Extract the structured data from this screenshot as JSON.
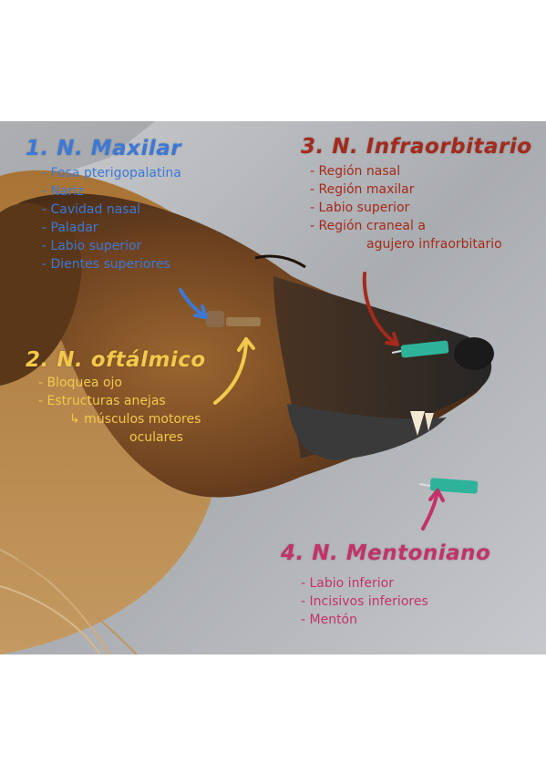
{
  "labels": {
    "maxilar": {
      "title": "1. N. Maxilar",
      "items": [
        "- Fosa pterigopalatina",
        "- Nariz",
        "- Cavidad nasal",
        "- Paladar",
        "- Labio superior",
        "- Dientes superiores"
      ]
    },
    "oftalmico": {
      "title": "2. N. oftálmico",
      "items": [
        "- Bloquea ojo",
        "- Estructuras anejas",
        "↳ músculos motores",
        "oculares"
      ]
    },
    "infraorbitario": {
      "title": "3. N. Infraorbitario",
      "items": [
        "- Región nasal",
        "- Región maxilar",
        "- Labio superior",
        "- Región craneal a",
        "agujero infraorbitario"
      ]
    },
    "mentoniano": {
      "title": "4. N. Mentoniano",
      "items": [
        "- Labio inferior",
        "- Incisivos inferiores",
        "- Mentón"
      ]
    }
  },
  "colors": {
    "maxilar": "#3d78d6",
    "oftalmico": "#f2c94c",
    "infraorbitario": "#a32a1c",
    "mentoniano": "#c2336a",
    "background": "#ffffff",
    "table": "#b9bcc0",
    "fur": "#8a5526",
    "needle": "#2eb39a"
  },
  "icons": [
    "blue-arrow-icon",
    "yellow-arrow-icon",
    "red-arrow-icon",
    "pink-arrow-icon"
  ]
}
